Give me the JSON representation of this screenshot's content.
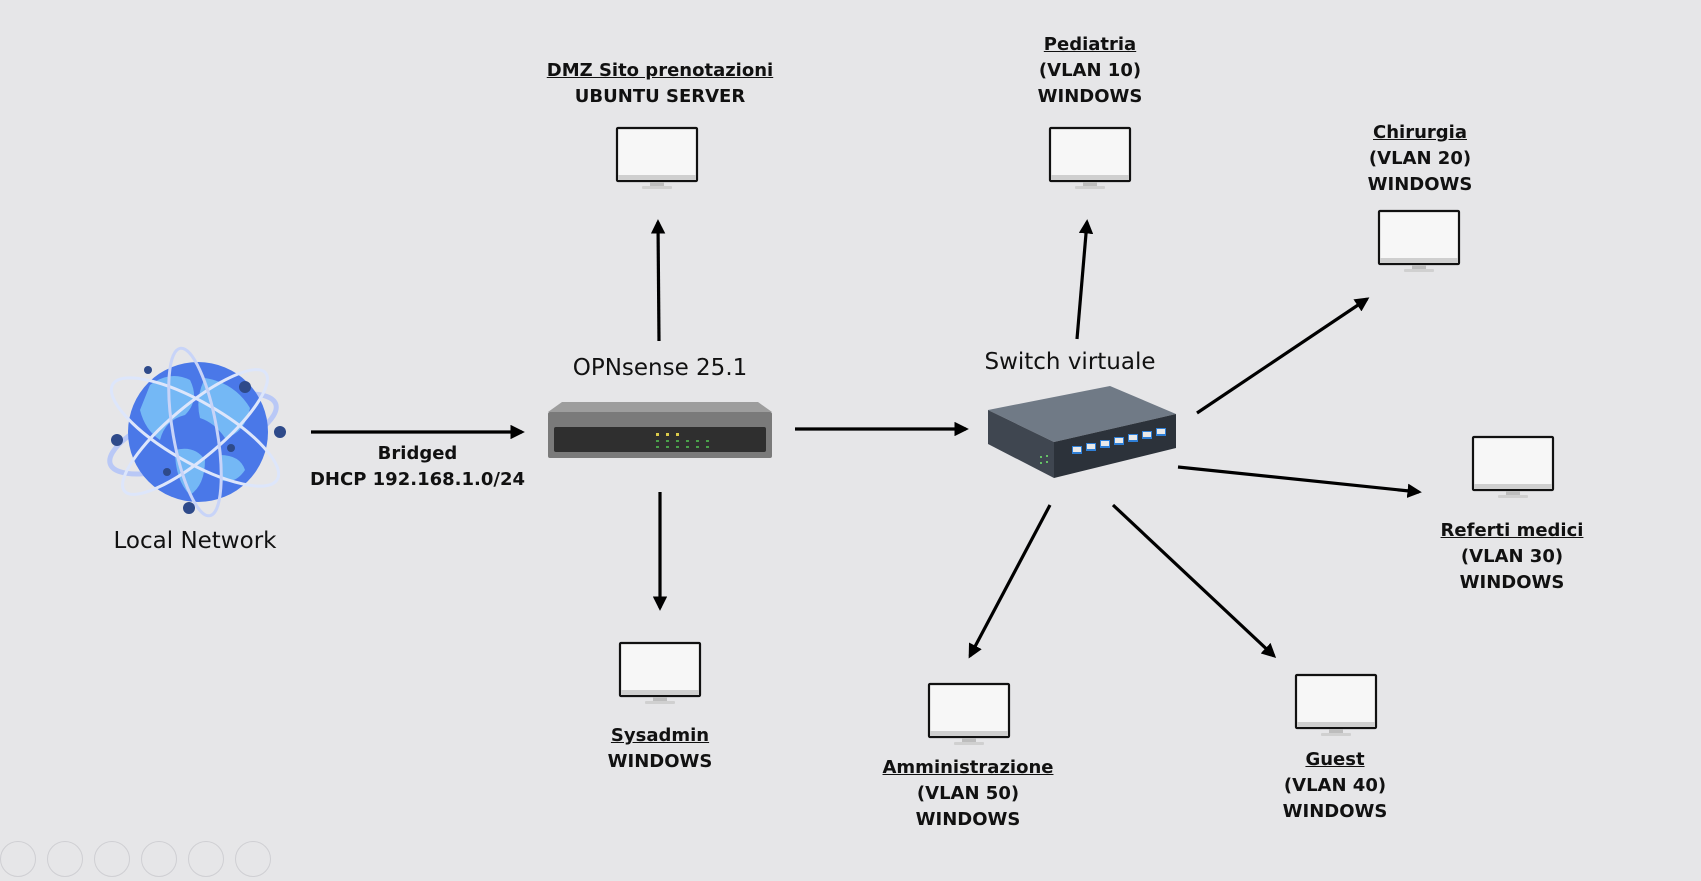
{
  "local_network": {
    "label": "Local Network"
  },
  "link_local": {
    "line1": "Bridged",
    "line2": "DHCP 192.168.1.0/24"
  },
  "firewall": {
    "label": "OPNsense 25.1"
  },
  "switch": {
    "label": "Switch virtuale"
  },
  "dmz": {
    "title": "DMZ Sito prenotazioni",
    "line2": "UBUNTU SERVER"
  },
  "sysadmin": {
    "title": "Sysadmin",
    "line2": "WINDOWS"
  },
  "pediatria": {
    "title": "Pediatria",
    "vlan": "(VLAN 10)",
    "os": "WINDOWS"
  },
  "chirurgia": {
    "title": "Chirurgia",
    "vlan": "(VLAN 20)",
    "os": "WINDOWS"
  },
  "referti": {
    "title": "Referti medici",
    "vlan": "(VLAN 30)",
    "os": "WINDOWS"
  },
  "guest": {
    "title": "Guest",
    "vlan": "(VLAN 40)",
    "os": "WINDOWS"
  },
  "amministrazione": {
    "title": "Amministrazione",
    "vlan": "(VLAN 50)",
    "os": "WINDOWS"
  },
  "colors": {
    "background": "#e6e6e8",
    "globe_ocean": "#4a78e8",
    "globe_land": "#74b8f5",
    "orbit": "#b9c8f6",
    "switch_port": "#2f7fd6"
  }
}
